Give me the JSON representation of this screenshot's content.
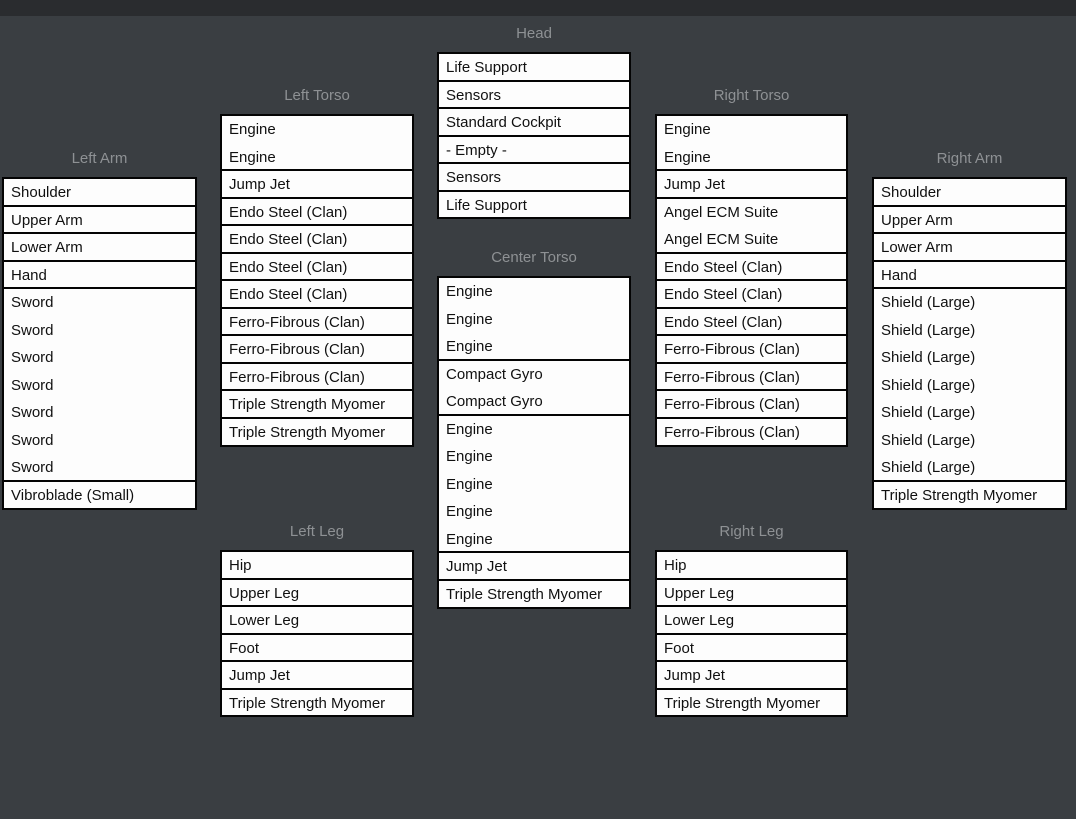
{
  "colors": {
    "background": "#3a3e42",
    "top_bar": "#2a2c2f",
    "slot_background": "#fdfdfd",
    "slot_text": "#101010",
    "slot_border": "#040404",
    "section_title_text": "#8e9194"
  },
  "sections": [
    {
      "id": "left-arm",
      "title": "Left Arm",
      "components": [
        {
          "label": "Shoulder",
          "slots": 1
        },
        {
          "label": "Upper Arm",
          "slots": 1
        },
        {
          "label": "Lower Arm",
          "slots": 1
        },
        {
          "label": "Hand",
          "slots": 1
        },
        {
          "label": "Sword",
          "slots": 7
        },
        {
          "label": "Vibroblade (Small)",
          "slots": 1
        }
      ]
    },
    {
      "id": "left-torso",
      "title": "Left Torso",
      "components": [
        {
          "label": "Engine",
          "slots": 2
        },
        {
          "label": "Jump Jet",
          "slots": 1
        },
        {
          "label": "Endo Steel (Clan)",
          "slots": 1
        },
        {
          "label": "Endo Steel (Clan)",
          "slots": 1
        },
        {
          "label": "Endo Steel (Clan)",
          "slots": 1
        },
        {
          "label": "Endo Steel (Clan)",
          "slots": 1
        },
        {
          "label": "Ferro-Fibrous (Clan)",
          "slots": 1
        },
        {
          "label": "Ferro-Fibrous (Clan)",
          "slots": 1
        },
        {
          "label": "Ferro-Fibrous (Clan)",
          "slots": 1
        },
        {
          "label": "Triple Strength Myomer",
          "slots": 1
        },
        {
          "label": "Triple Strength Myomer",
          "slots": 1
        }
      ]
    },
    {
      "id": "head",
      "title": "Head",
      "components": [
        {
          "label": "Life Support",
          "slots": 1
        },
        {
          "label": "Sensors",
          "slots": 1
        },
        {
          "label": "Standard Cockpit",
          "slots": 1
        },
        {
          "label": "- Empty -",
          "slots": 1
        },
        {
          "label": "Sensors",
          "slots": 1
        },
        {
          "label": "Life Support",
          "slots": 1
        }
      ]
    },
    {
      "id": "center-torso",
      "title": "Center Torso",
      "components": [
        {
          "label": "Engine",
          "slots": 3
        },
        {
          "label": "Compact Gyro",
          "slots": 2
        },
        {
          "label": "Engine",
          "slots": 5
        },
        {
          "label": "Jump Jet",
          "slots": 1
        },
        {
          "label": "Triple Strength Myomer",
          "slots": 1
        }
      ]
    },
    {
      "id": "right-torso",
      "title": "Right Torso",
      "components": [
        {
          "label": "Engine",
          "slots": 2
        },
        {
          "label": "Jump Jet",
          "slots": 1
        },
        {
          "label": "Angel ECM Suite",
          "slots": 2
        },
        {
          "label": "Endo Steel (Clan)",
          "slots": 1
        },
        {
          "label": "Endo Steel (Clan)",
          "slots": 1
        },
        {
          "label": "Endo Steel (Clan)",
          "slots": 1
        },
        {
          "label": "Ferro-Fibrous (Clan)",
          "slots": 1
        },
        {
          "label": "Ferro-Fibrous (Clan)",
          "slots": 1
        },
        {
          "label": "Ferro-Fibrous (Clan)",
          "slots": 1
        },
        {
          "label": "Ferro-Fibrous (Clan)",
          "slots": 1
        }
      ]
    },
    {
      "id": "right-arm",
      "title": "Right Arm",
      "components": [
        {
          "label": "Shoulder",
          "slots": 1
        },
        {
          "label": "Upper Arm",
          "slots": 1
        },
        {
          "label": "Lower Arm",
          "slots": 1
        },
        {
          "label": "Hand",
          "slots": 1
        },
        {
          "label": "Shield (Large)",
          "slots": 7
        },
        {
          "label": "Triple Strength Myomer",
          "slots": 1
        }
      ]
    },
    {
      "id": "left-leg",
      "title": "Left Leg",
      "components": [
        {
          "label": "Hip",
          "slots": 1
        },
        {
          "label": "Upper Leg",
          "slots": 1
        },
        {
          "label": "Lower Leg",
          "slots": 1
        },
        {
          "label": "Foot",
          "slots": 1
        },
        {
          "label": "Jump Jet",
          "slots": 1
        },
        {
          "label": "Triple Strength Myomer",
          "slots": 1
        }
      ]
    },
    {
      "id": "right-leg",
      "title": "Right Leg",
      "components": [
        {
          "label": "Hip",
          "slots": 1
        },
        {
          "label": "Upper Leg",
          "slots": 1
        },
        {
          "label": "Lower Leg",
          "slots": 1
        },
        {
          "label": "Foot",
          "slots": 1
        },
        {
          "label": "Jump Jet",
          "slots": 1
        },
        {
          "label": "Triple Strength Myomer",
          "slots": 1
        }
      ]
    }
  ]
}
